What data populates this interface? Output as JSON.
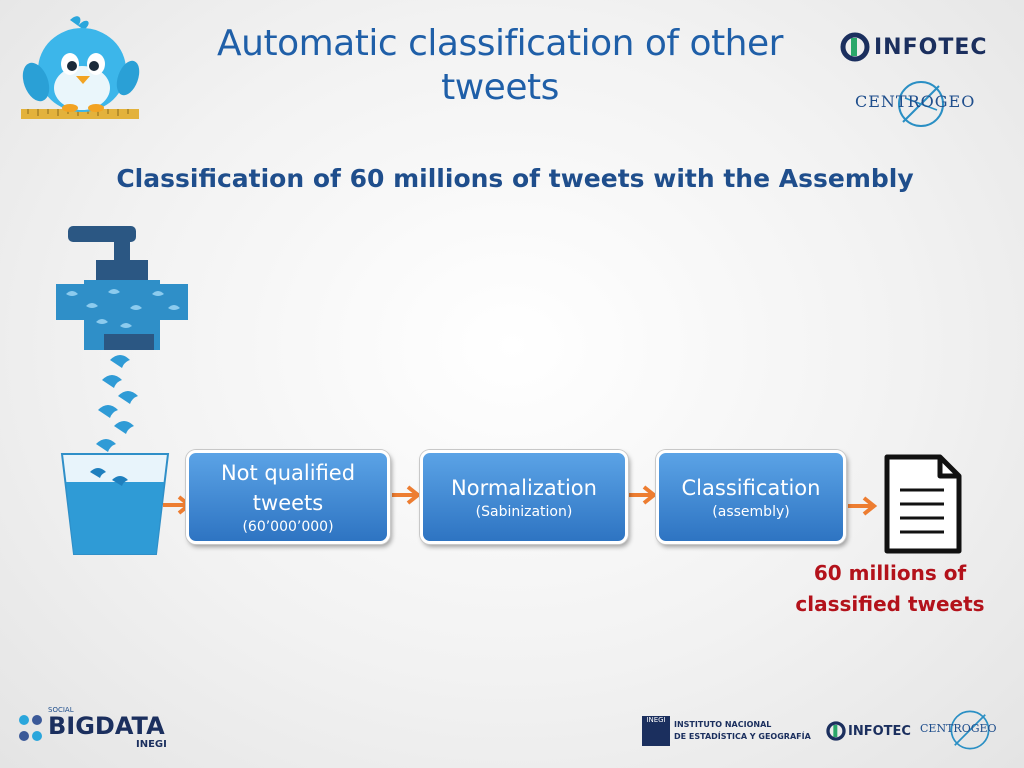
{
  "header": {
    "title_line1": "Automatic classification of other",
    "title_line2": "tweets"
  },
  "logos": {
    "infotec": "INFOTEC",
    "centrogeo": "CENTROGEO",
    "bigdata": "BIGDATA",
    "bigdata_small_top": "SOCIAL",
    "bigdata_small_bottom": "INEGI",
    "inegi_line1": "INSTITUTO NACIONAL",
    "inegi_line2": "DE ESTADÍSTICA Y GEOGRAFÍA",
    "inegi_badge": "INEGI"
  },
  "subtitle": "Classification of 60 millions of tweets with the Assembly",
  "steps": [
    {
      "label_line1": "Not qualified",
      "label_line2": "tweets",
      "sub": "(60’000’000)"
    },
    {
      "label": "Normalization",
      "sub": "(Sabinization)"
    },
    {
      "label": "Classification",
      "sub": "(assembly)"
    }
  ],
  "result": {
    "line1": "60 millions of",
    "line2": "classified tweets"
  },
  "colors": {
    "title": "#1f5fa8",
    "step_fill": "#3a86d4",
    "arrow": "#ed7d31",
    "result": "#b3121b"
  }
}
